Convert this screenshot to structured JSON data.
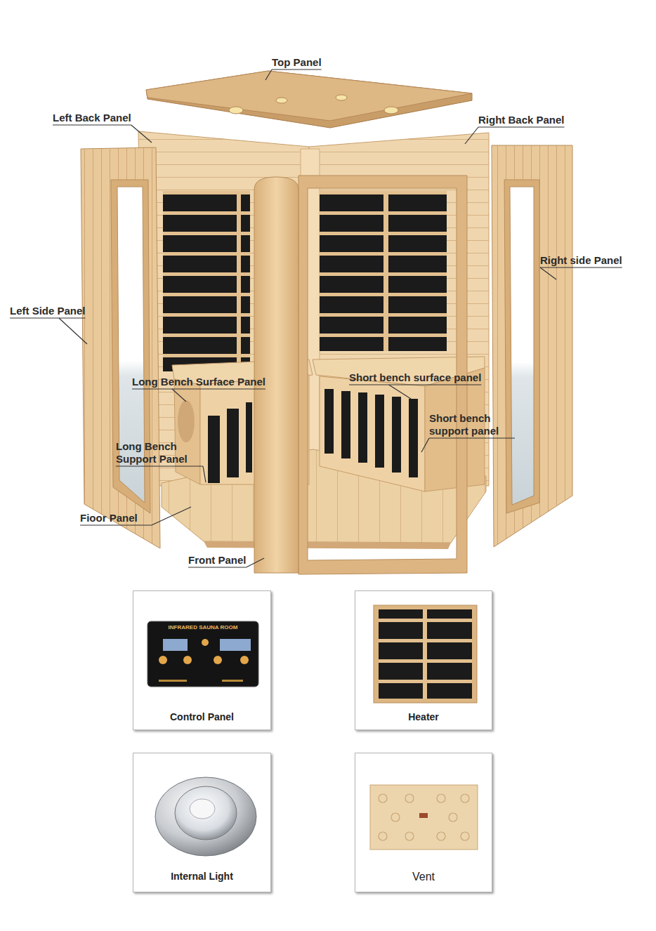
{
  "diagram": {
    "nodes": [
      {
        "text": [
          "Control Panel"
        ]
      },
      {
        "text": [
          "Heater"
        ]
      },
      {
        "text": [
          "Internal Light"
        ]
      },
      {
        "text": [
          "Vent"
        ]
      }
    ],
    "labels": [
      "Top Panel",
      "Left Back Panel",
      "Right Back Panel",
      "Right side Panel",
      "Left Side Panel",
      "Long Bench Surface Panel",
      "Short bench surface panel",
      "Short bench support panel",
      "Long Bench Support Panel",
      "Fioor Panel",
      "Front Panel",
      "INFRARED SAUNA ROOM"
    ]
  }
}
